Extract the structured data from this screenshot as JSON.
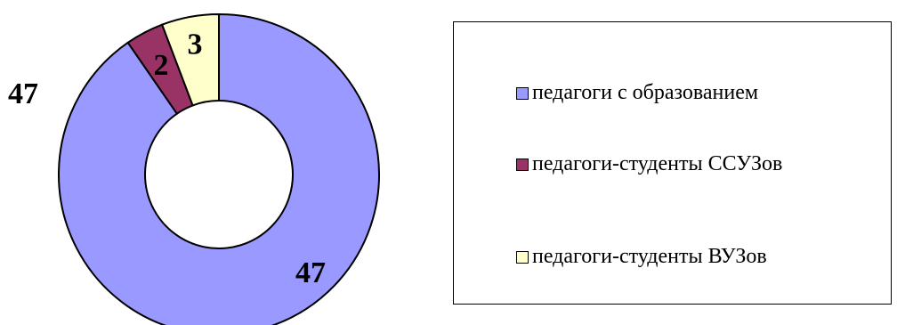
{
  "chart_data": {
    "type": "pie",
    "donut": true,
    "categories": [
      "педагоги с образованием",
      "педагоги-студенты ССУЗов",
      "педагоги-студенты ВУЗов"
    ],
    "values": [
      47,
      2,
      3
    ],
    "colors": [
      "#9999ff",
      "#993366",
      "#ffffcc"
    ],
    "data_labels": [
      "47",
      "2",
      "3"
    ],
    "extra_label": "47",
    "legend_position": "right"
  },
  "legend": {
    "items": [
      {
        "label": "педагоги с образованием",
        "color": "#9999ff"
      },
      {
        "label": "педагоги-студенты ССУЗов",
        "color": "#993366"
      },
      {
        "label": "педагоги-студенты ВУЗов",
        "color": "#ffffcc"
      }
    ]
  }
}
